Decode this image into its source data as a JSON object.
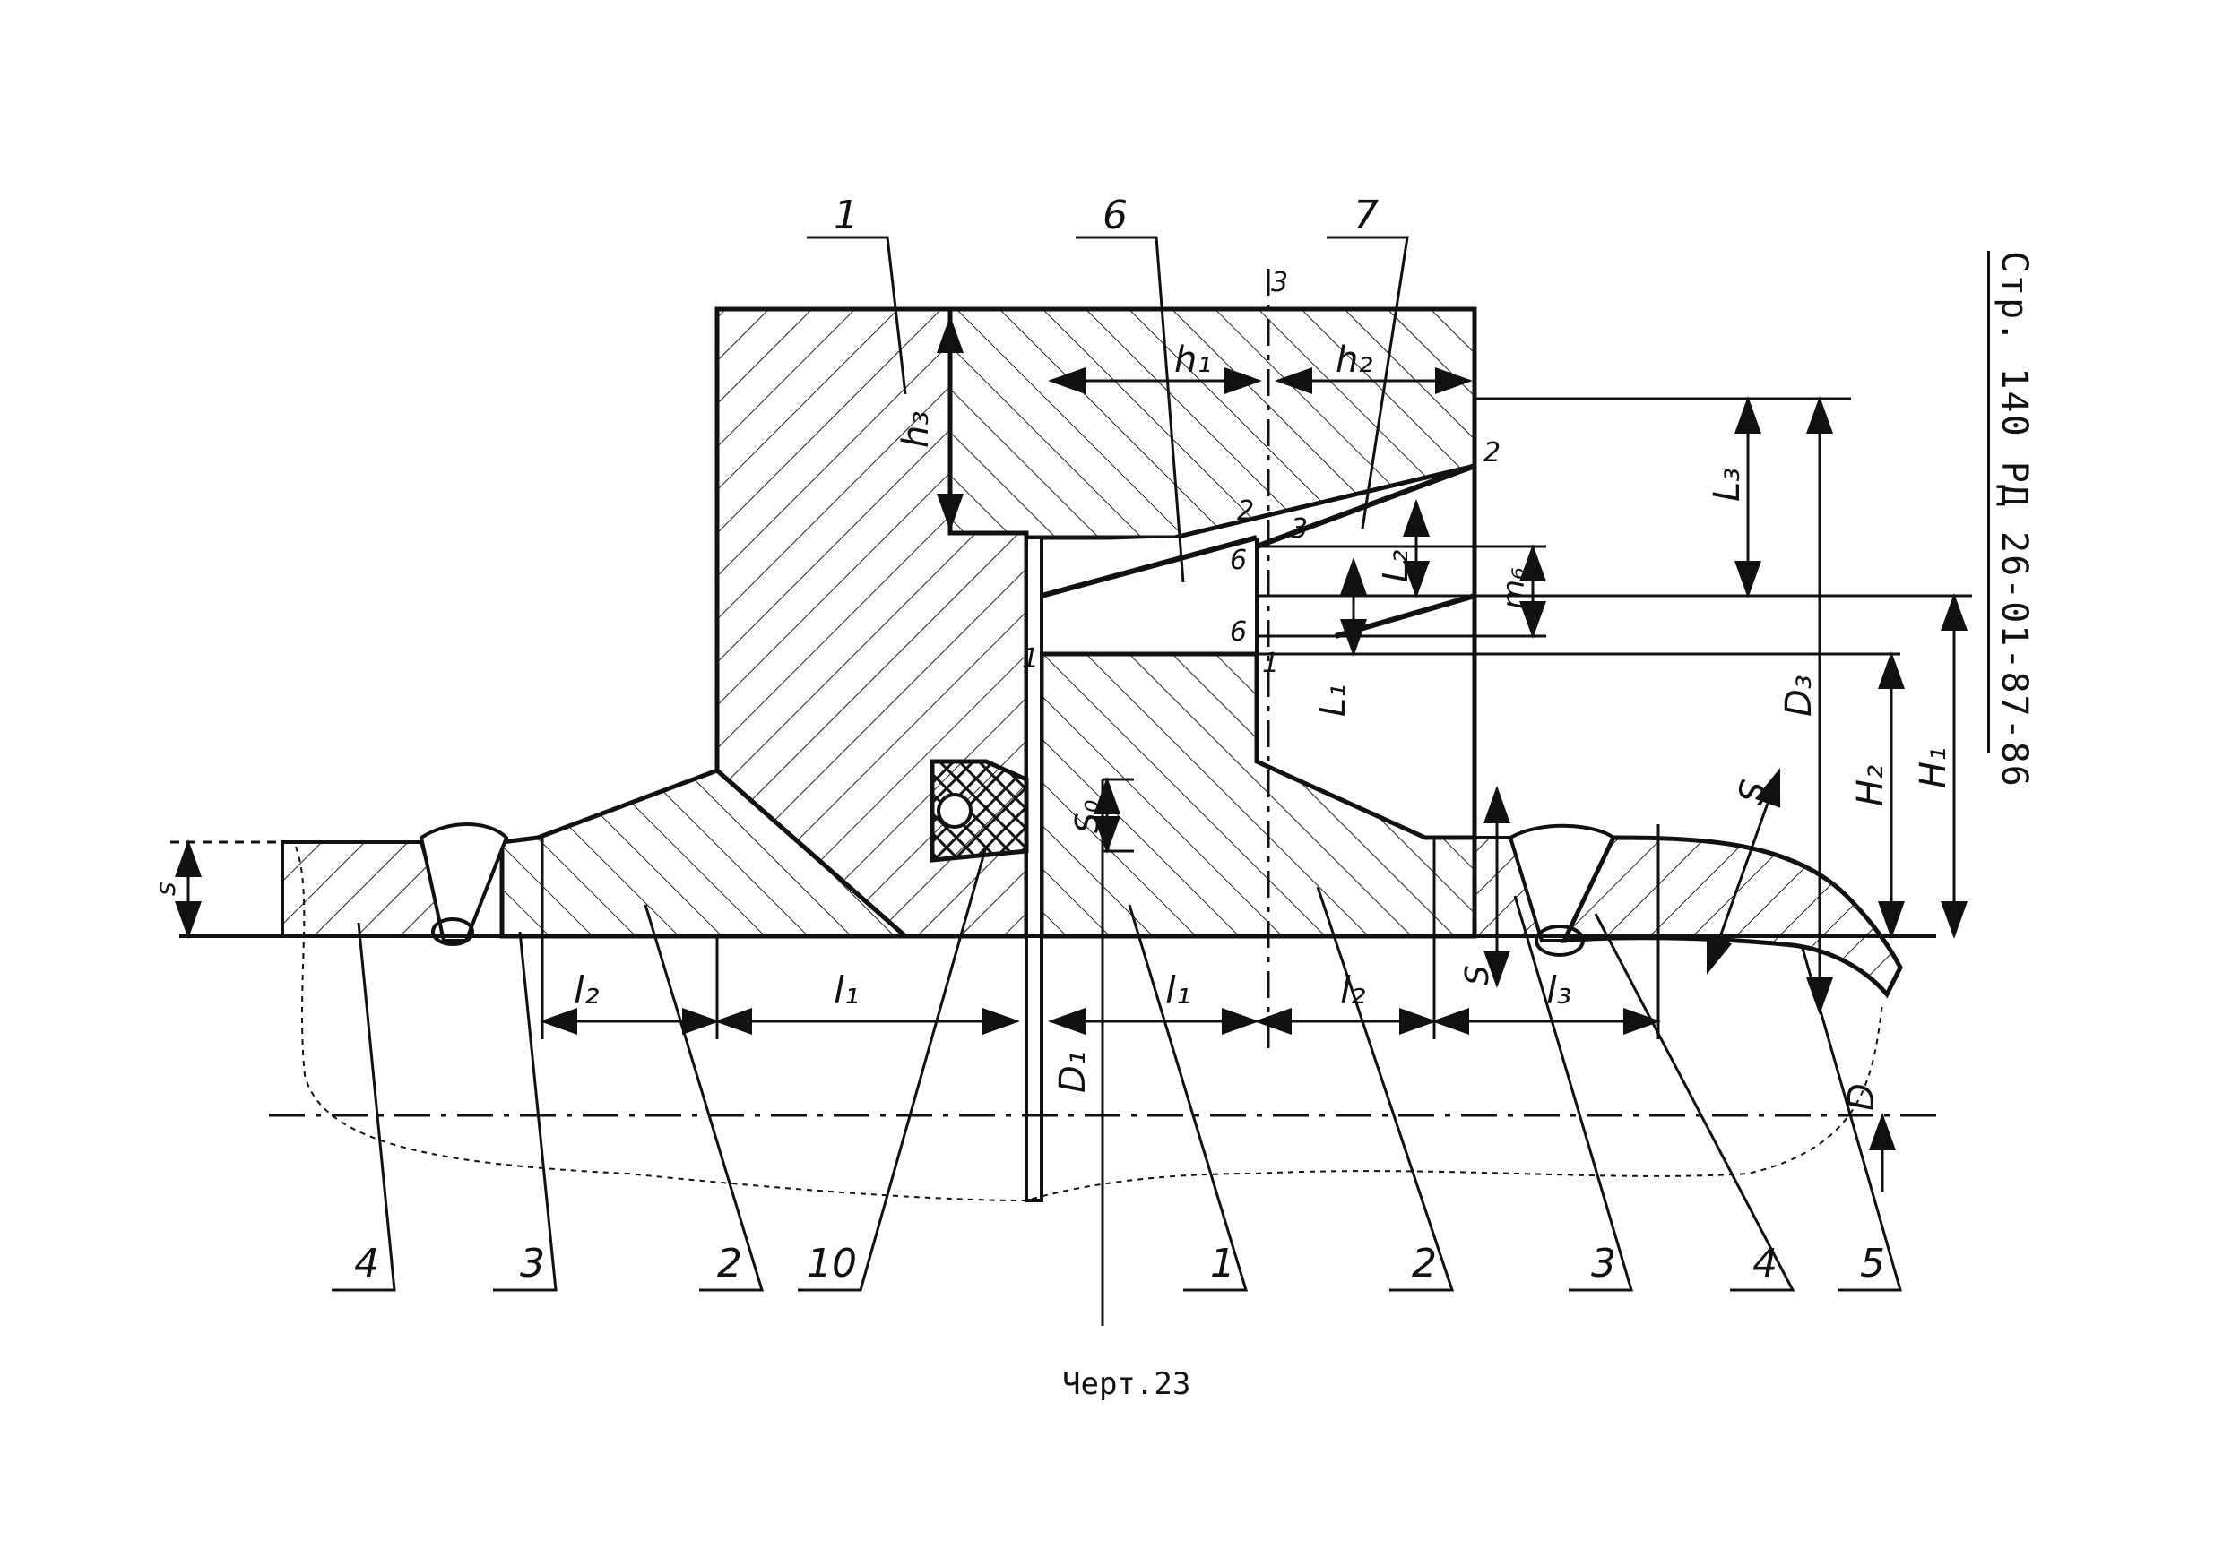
{
  "page": {
    "side_code": "Стр. 140 РД 26-01-87-86",
    "caption": "Черт.23"
  },
  "callouts": {
    "top_left": "1",
    "top_mid": "6",
    "top_right": "7",
    "bottom": [
      "4",
      "3",
      "2",
      "10",
      "1",
      "2",
      "3",
      "4",
      "5"
    ]
  },
  "dimensions": {
    "h1": "h₁",
    "h2": "h₂",
    "h3": "h₃",
    "L1": "L₁",
    "L2": "L₂",
    "L3": "L₃",
    "m6": "m₆",
    "s0": "S₀",
    "s": "S",
    "s_left": "s",
    "D": "D",
    "D1": "D₁",
    "D3": "D₃",
    "H1": "H₁",
    "H2": "H₂",
    "l1_left": "l₁",
    "l1_right": "l₁",
    "l2_left": "l₂",
    "l2_right": "l₂",
    "l3": "l₃",
    "S_diag": "S"
  },
  "point_labels": {
    "p3": "3",
    "p2": "2",
    "p2b": "2",
    "p3b": "3",
    "p6a": "6",
    "p6b": "6",
    "p1a": "1",
    "p1b": "1"
  }
}
